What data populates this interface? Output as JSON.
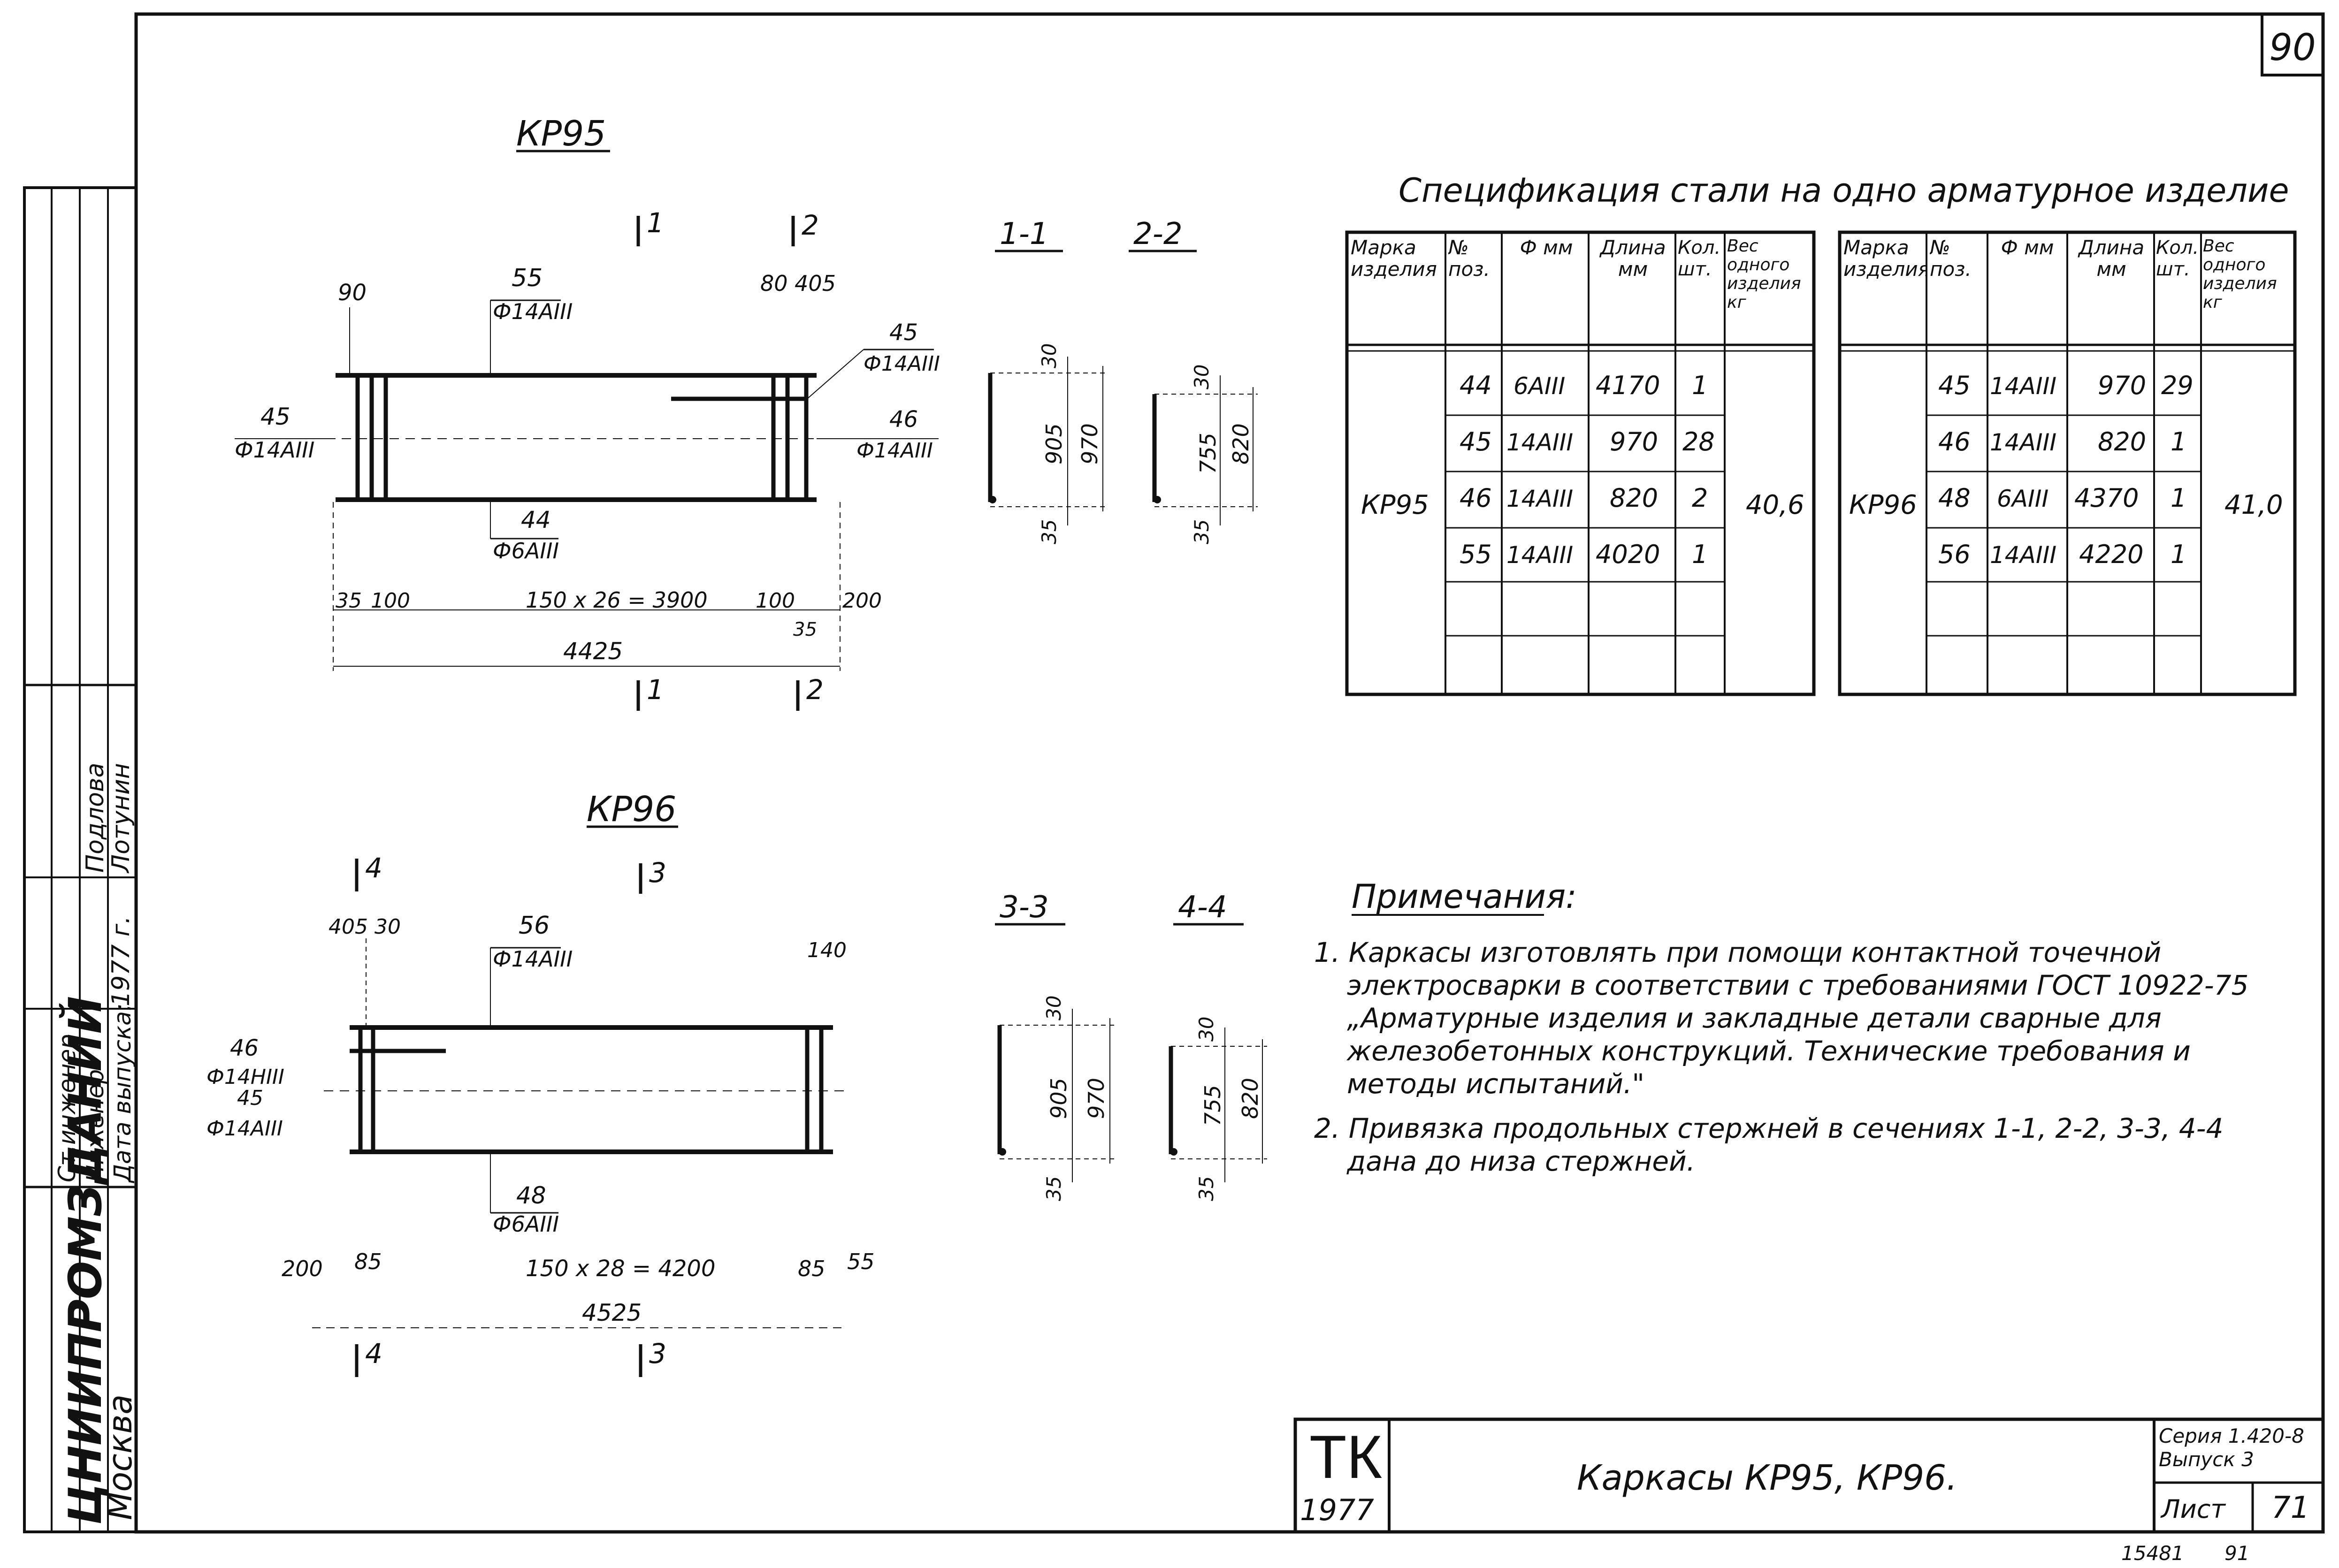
{
  "page_number": "90",
  "kp95": {
    "title": "КР95",
    "sec_1": "1",
    "sec_2": "2",
    "dim_90": "90",
    "pos55_num": "55",
    "pos55_spec": "Ф14АIII",
    "dim_80_405": "80 405",
    "pos45_right_num": "45",
    "pos45_right_spec": "Ф14АIII",
    "pos45_left_num": "45",
    "pos45_left_spec": "Ф14АIII",
    "pos46_num": "46",
    "pos46_spec": "Ф14АIII",
    "pos44_num": "44",
    "pos44_spec": "Ф6АIII",
    "dim_35": "35",
    "dim_100_left": "100",
    "dim_pitch": "150 x 26 = 3900",
    "dim_100_right": "100",
    "dim_200": "200",
    "dim_35_right": "35",
    "dim_total": "4425"
  },
  "kp96": {
    "title": "КР96",
    "sec_4": "4",
    "sec_3": "3",
    "dim_405_30": "405 30",
    "pos56_num": "56",
    "pos56_spec": "Ф14АIII",
    "dim_140": "140",
    "pos46_num": "46",
    "pos46_spec": "Ф14НIII",
    "pos45_num": "45",
    "pos45_spec": "Ф14АIII",
    "pos48_num": "48",
    "pos48_spec": "Ф6АIII",
    "dim_200": "200",
    "dim_85_left": "85",
    "dim_pitch": "150 x 28 = 4200",
    "dim_85_right": "85",
    "dim_55": "55",
    "dim_total": "4525"
  },
  "sections": {
    "s11": {
      "label": "1-1",
      "top": "30",
      "inner": "905",
      "outer": "970",
      "bottom": "35"
    },
    "s22": {
      "label": "2-2",
      "top": "30",
      "inner": "755",
      "outer": "820",
      "bottom": "35"
    },
    "s33": {
      "label": "3-3",
      "top": "30",
      "inner": "905",
      "outer": "970",
      "bottom": "35"
    },
    "s44": {
      "label": "4-4",
      "top": "30",
      "inner": "755",
      "outer": "820",
      "bottom": "35"
    }
  },
  "spec": {
    "title": "Спецификация стали на одно арматурное изделие",
    "headers": [
      "Марка изделия",
      "№ поз.",
      "Ф мм",
      "Длина мм",
      "Кол. шт.",
      "Вес одного изделия кг"
    ],
    "kp95": {
      "mark": "КР95",
      "weight": "40,6",
      "rows": [
        [
          "44",
          "6АIII",
          "4170",
          "1"
        ],
        [
          "45",
          "14АIII",
          "970",
          "28"
        ],
        [
          "46",
          "14АIII",
          "820",
          "2"
        ],
        [
          "55",
          "14АIII",
          "4020",
          "1"
        ]
      ]
    },
    "kp96": {
      "mark": "КР96",
      "weight": "41,0",
      "rows": [
        [
          "45",
          "14АIII",
          "970",
          "29"
        ],
        [
          "46",
          "14АIII",
          "820",
          "1"
        ],
        [
          "48",
          "6АIII",
          "4370",
          "1"
        ],
        [
          "56",
          "14АIII",
          "4220",
          "1"
        ]
      ]
    }
  },
  "notes": {
    "title": "Примечания:",
    "n1_lines": [
      "1. Каркасы изготовлять при помощи контактной точечной",
      "электросварки в соответствии с требованиями ГОСТ 10922-75",
      "„Арматурные изделия и закладные детали сварные для",
      "железобетонных конструкций. Технические требования и",
      "методы испытаний.\""
    ],
    "n2_lines": [
      "2. Привязка продольных стержней в сечениях 1-1, 2-2, 3-3, 4-4",
      "дана до низа стержней."
    ]
  },
  "stamp": {
    "org": "ЦНИИПРОМЗДАНИЙ",
    "city": "Москва",
    "col1": [
      "Ст.инженер",
      "Инженер",
      "Дата выпуска:"
    ],
    "col2": [
      "Подлова",
      "Лотунин",
      "1977 г."
    ]
  },
  "title_block": {
    "logo": "ТК",
    "year": "1977",
    "title": "Каркасы КР95, КР96.",
    "series_line1": "Серия 1.420-8",
    "series_line2": "Выпуск 3",
    "sheet_label": "Лист",
    "sheet_number": "71"
  },
  "footer": {
    "archive": "15481",
    "page": "91"
  }
}
